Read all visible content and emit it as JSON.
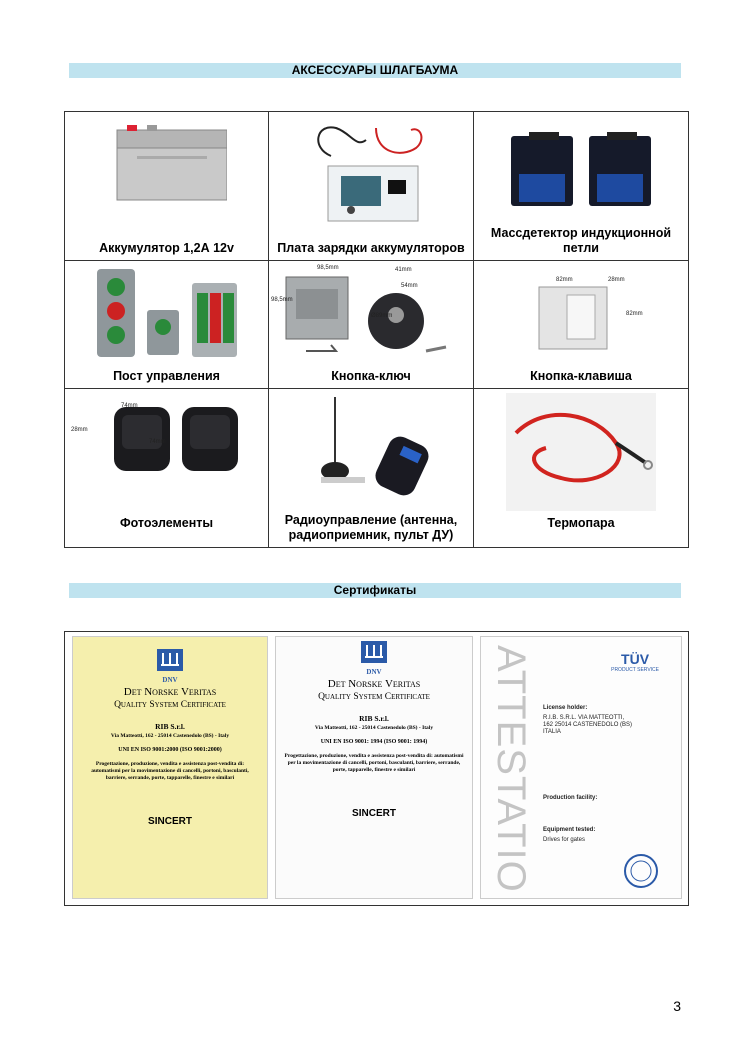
{
  "sections": {
    "accessories_title": "АКСЕССУАРЫ ШЛАГБАУМА",
    "certificates_title": "Сертификаты"
  },
  "items": [
    {
      "caption": "Аккумулятор 1,2А 12v"
    },
    {
      "caption": "Плата зарядки аккумуляторов"
    },
    {
      "caption": "Массдетектор индукционной петли"
    },
    {
      "caption": "Пост управления"
    },
    {
      "caption": "Кнопка-ключ"
    },
    {
      "caption": "Кнопка-клавиша"
    },
    {
      "caption": "Фотоэлементы"
    },
    {
      "caption": "Радиоуправление (антенна, радиоприемник, пульт ДУ)"
    },
    {
      "caption": "Термопара"
    }
  ],
  "dimensions": {
    "key_width": "98,5mm",
    "key_depth": "41mm",
    "key_height": "98,5mm",
    "key_round_width": "54mm",
    "key_round_height": "Ø89mm",
    "switch_width": "82mm",
    "switch_depth": "28mm",
    "switch_height": "82mm",
    "photo_width": "74mm",
    "photo_depth": "28mm",
    "photo_height": "74mm"
  },
  "certificates": {
    "dnv1": {
      "brand": "DNV",
      "org": "Det Norske Veritas",
      "title": "Quality System Certificate",
      "company": "RIB S.r.l.",
      "address": "Via Matteotti, 162 - 25014 Castenedolo (BS) - Italy",
      "standard": "UNI EN ISO 9001:2000 (ISO 9001:2000)",
      "scope": "Progettazione, produzione, vendita e assistenza post-vendita di: automatismi per la movimentazione di cancelli, portoni, basculanti, barriere, serrande, porte, tapparelle, finestre e similari",
      "sincert": "SINCERT"
    },
    "dnv2": {
      "brand": "DNV",
      "org": "Det Norske Veritas",
      "title": "Quality System Certificate",
      "company": "RIB S.r.l.",
      "address": "Via Matteotti, 162 - 25014 Castenedolo (BS) - Italy",
      "standard": "UNI EN ISO 9001: 1994 (ISO 9001: 1994)",
      "scope": "Progettazione, produzione, vendita e assistenza post-vendita di: automatismi per la movimentazione di cancelli, portoni, basculanti, barriere, serrande, porte, tapparelle, finestre e similari",
      "sincert": "SINCERT"
    },
    "tuv": {
      "brand": "TÜV",
      "sub": "PRODUCT SERVICE",
      "vertical": "ATTESTATION",
      "license_holder_label": "License holder:",
      "holder": "R.I.B. S.R.L. VIA MATTEOTTI, 162 25014 CASTENEDOLO (BS) ITALIA",
      "production_label": "Production facility:",
      "equipment_label": "Equipment tested:",
      "equipment": "Drives for gates"
    }
  },
  "page_number": "3"
}
